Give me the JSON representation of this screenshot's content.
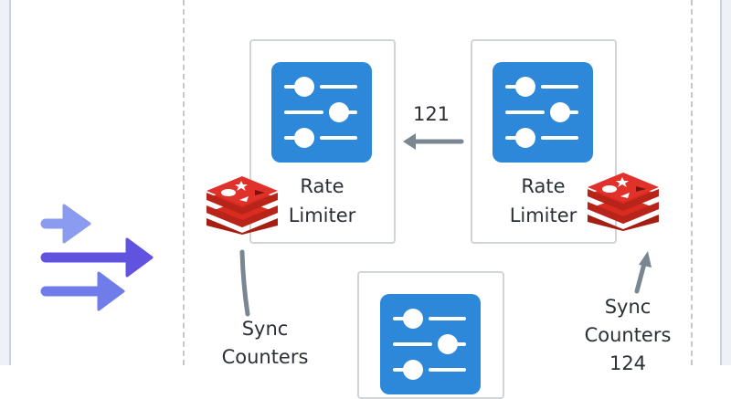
{
  "diagram": {
    "colors": {
      "rate_limiter_icon": "#2d88d9",
      "redis_red": "#d82c20",
      "connector_gray": "#7a8793",
      "traffic_arrow_top": "#8b9bef",
      "traffic_arrow_middle": "#6252e0",
      "traffic_arrow_bottom": "#6f7cea"
    },
    "incoming_traffic": {
      "icon": "incoming-requests-arrows-icon",
      "arrow_count": 3
    },
    "nodes": [
      {
        "id": "rate-limiter-1",
        "label_line1": "Rate",
        "label_line2": "Limiter",
        "icon": "sliders-icon",
        "has_redis": true
      },
      {
        "id": "rate-limiter-2",
        "label_line1": "Rate",
        "label_line2": "Limiter",
        "icon": "sliders-icon",
        "has_redis": true
      },
      {
        "id": "rate-limiter-3",
        "label_line1": "",
        "label_line2": "",
        "icon": "sliders-icon",
        "has_redis": false
      }
    ],
    "edges": [
      {
        "from": "rate-limiter-2",
        "to": "rate-limiter-1",
        "label": "121"
      },
      {
        "from": "rate-limiter-1",
        "to": "rate-limiter-3",
        "label_line1": "Sync",
        "label_line2": "Counters"
      },
      {
        "from": "rate-limiter-3",
        "to": "rate-limiter-2",
        "label_line1": "Sync",
        "label_line2": "Counters",
        "label_line3": "124"
      }
    ]
  }
}
